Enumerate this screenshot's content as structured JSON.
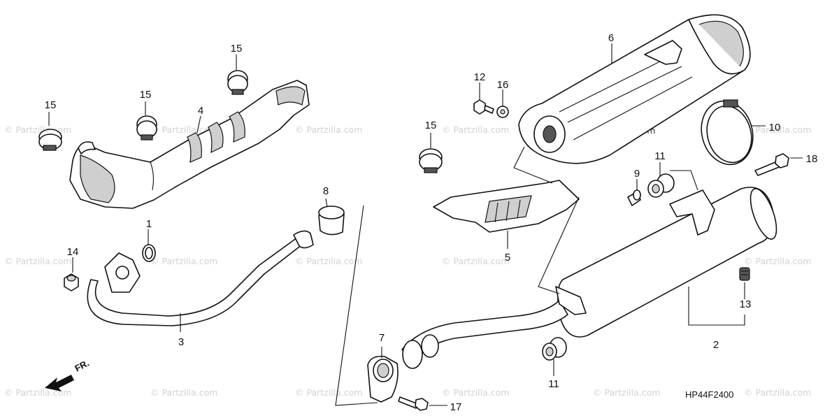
{
  "watermark": "© Partzilla.com",
  "diagram_code": "HP44F2400",
  "front_label": "FR.",
  "callouts": {
    "c1": "1",
    "c2": "2",
    "c3": "3",
    "c4": "4",
    "c5": "5",
    "c6": "6",
    "c7": "7",
    "c8": "8",
    "c9": "9",
    "c10": "10",
    "c11a": "11",
    "c11b": "11",
    "c12": "12",
    "c13": "13",
    "c14": "14",
    "c15a": "15",
    "c15b": "15",
    "c15c": "15",
    "c15d": "15",
    "c16": "16",
    "c17": "17",
    "c18": "18"
  }
}
